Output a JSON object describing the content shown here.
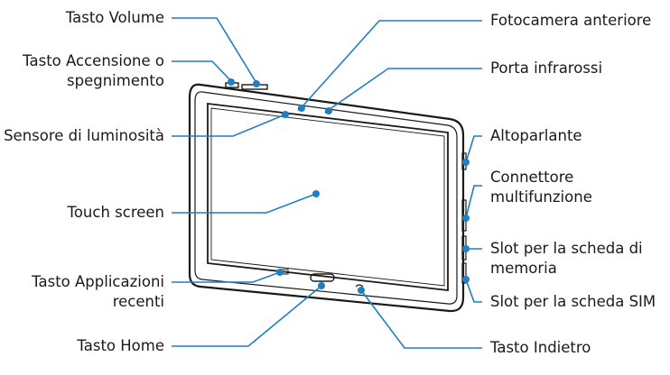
{
  "colors": {
    "callout": "#1f7fc2",
    "outline": "#1a1a1a",
    "text": "#1a1a1a"
  },
  "callouts": {
    "tasto_volume": "Tasto Volume",
    "tasto_accensione_1": "Tasto Accensione o",
    "tasto_accensione_2": "spegnimento",
    "sensore_luminosita": "Sensore di luminosità",
    "touch_screen": "Touch screen",
    "tasto_app_recenti_1": "Tasto Applicazioni",
    "tasto_app_recenti_2": "recenti",
    "tasto_home": "Tasto Home",
    "fotocamera_anteriore": "Fotocamera anteriore",
    "porta_infrarossi": "Porta infrarossi",
    "altoparlante": "Altoparlante",
    "connettore_1": "Connettore",
    "connettore_2": "multifunzione",
    "slot_memoria_1": "Slot per la scheda di",
    "slot_memoria_2": "memoria",
    "slot_sim": "Slot per la scheda SIM",
    "tasto_indietro": "Tasto Indietro"
  }
}
